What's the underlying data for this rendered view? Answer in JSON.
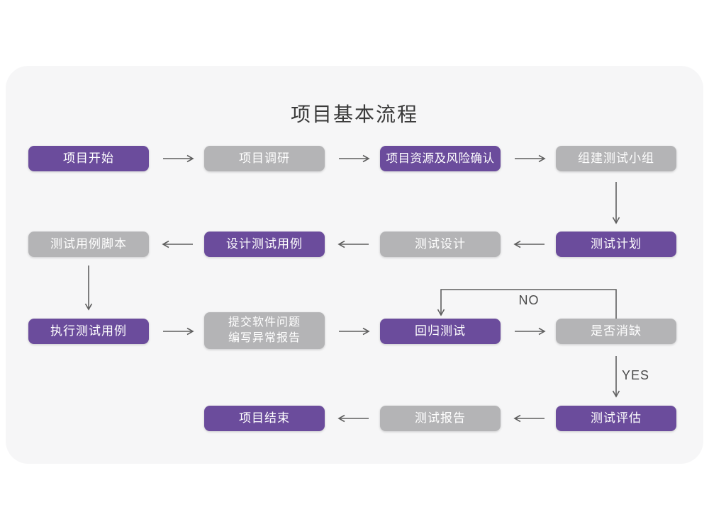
{
  "title": "项目基本流程",
  "edge_labels": {
    "no": "NO",
    "yes": "YES"
  },
  "nodes": {
    "project_start": {
      "label": "项目开始",
      "variant": "purple"
    },
    "project_research": {
      "label": "项目调研",
      "variant": "gray"
    },
    "resource_risk": {
      "label": "项目资源及风险确认",
      "variant": "purple"
    },
    "build_team": {
      "label": "组建测试小组",
      "variant": "gray"
    },
    "test_plan": {
      "label": "测试计划",
      "variant": "purple"
    },
    "test_design": {
      "label": "测试设计",
      "variant": "gray"
    },
    "design_cases": {
      "label": "设计测试用例",
      "variant": "purple"
    },
    "case_scripts": {
      "label": "测试用例脚本",
      "variant": "gray"
    },
    "execute_cases": {
      "label": "执行测试用例",
      "variant": "purple"
    },
    "submit_issues": {
      "line1": "提交软件问题",
      "line2": "编写异常报告",
      "variant": "gray"
    },
    "regression_test": {
      "label": "回归测试",
      "variant": "purple"
    },
    "defect_resolved": {
      "label": "是否消缺",
      "variant": "gray"
    },
    "test_evaluation": {
      "label": "测试评估",
      "variant": "purple"
    },
    "test_report": {
      "label": "测试报告",
      "variant": "gray"
    },
    "project_end": {
      "label": "项目结束",
      "variant": "purple"
    }
  },
  "colors": {
    "purple": "#6b4c9c",
    "gray": "#b4b4b6",
    "card_background": "#f6f6f7",
    "page_background": "#ffffff",
    "arrow": "#5f5f5f",
    "node_text": "#ffffff",
    "title_text": "#3a3a3a",
    "edge_label_text": "#4a4a4a"
  }
}
